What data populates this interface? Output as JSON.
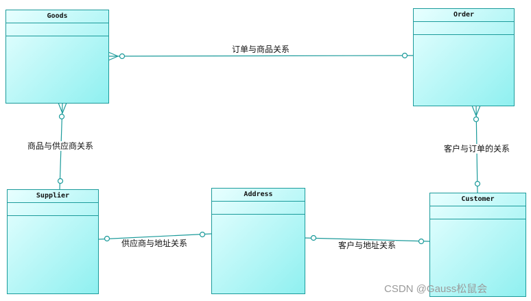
{
  "entities": {
    "goods": "Goods",
    "order": "Order",
    "supplier": "Supplier",
    "address": "Address",
    "customer": "Customer"
  },
  "relationships": {
    "goods_order": "订单与商品关系",
    "goods_supplier": "商品与供应商关系",
    "order_customer": "客户与订单的关系",
    "supplier_address": "供应商与地址关系",
    "address_customer": "客户与地址关系"
  },
  "watermark": "CSDN @Gauss松鼠会",
  "colors": {
    "line": "#1a9a9a",
    "fill": "#8ff0f0"
  }
}
